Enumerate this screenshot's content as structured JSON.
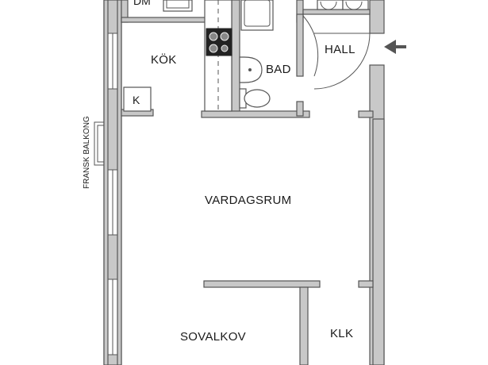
{
  "rooms": {
    "kok": "KÖK",
    "bad": "BAD",
    "hall": "HALL",
    "vardagsrum": "VARDAGSRUM",
    "sovalkov": "SOVALKOV",
    "klk": "KLK",
    "fransk_balkong": "FRANSK BALKONG",
    "k": "K",
    "dm": "DM"
  },
  "colors": {
    "wall": "#c8c8c8",
    "line": "#555555",
    "entrance_arrow": "#555555"
  },
  "icons": [
    "stove-icon",
    "sink-icon",
    "toilet-icon",
    "washbasin-icon",
    "bathtub-icon",
    "entrance-arrow-icon"
  ]
}
